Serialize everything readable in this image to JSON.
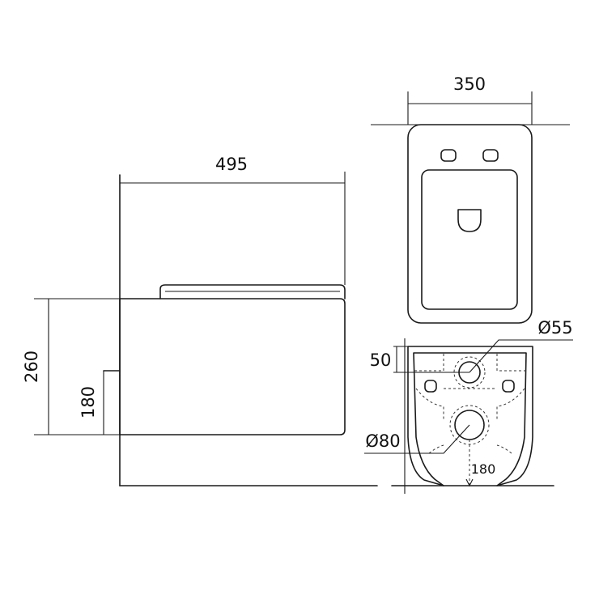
{
  "dimensions": {
    "side_depth": "495",
    "side_height": "260",
    "side_outlet_height": "180",
    "top_width": "350",
    "rear_offset": "50",
    "rear_upper_diameter": "Ø55",
    "rear_lower_diameter": "Ø80",
    "rear_outlet_height": "180"
  }
}
